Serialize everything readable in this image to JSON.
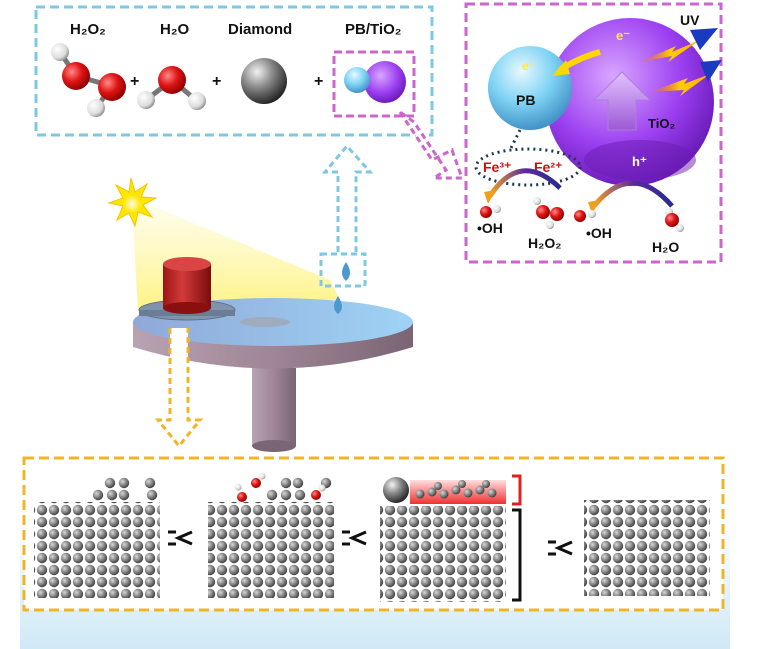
{
  "reagents": {
    "h2o2": "H₂O₂",
    "h2o": "H₂O",
    "diamond": "Diamond",
    "pbtio2": "PB/TiO₂",
    "plus": "+"
  },
  "mechanism": {
    "uv": "UV",
    "electron": "e⁻",
    "pb": "PB",
    "tio2": "TiO₂",
    "hole": "h⁺",
    "fe3": "Fe³⁺",
    "fe2": "Fe²⁺",
    "oh_left": "•OH",
    "oh_right": "•OH",
    "h2o2": "H₂O₂",
    "h2o": "H₂O"
  },
  "colors": {
    "blue_dash": "#7ec8e3",
    "magenta_dash": "#cc66cc",
    "orange_dash": "#f0b429",
    "tio2_purple": "#8a2be2",
    "pb_blue": "#7fd3f5",
    "fe_red": "#d01010",
    "bracket_red": "#e02020"
  }
}
